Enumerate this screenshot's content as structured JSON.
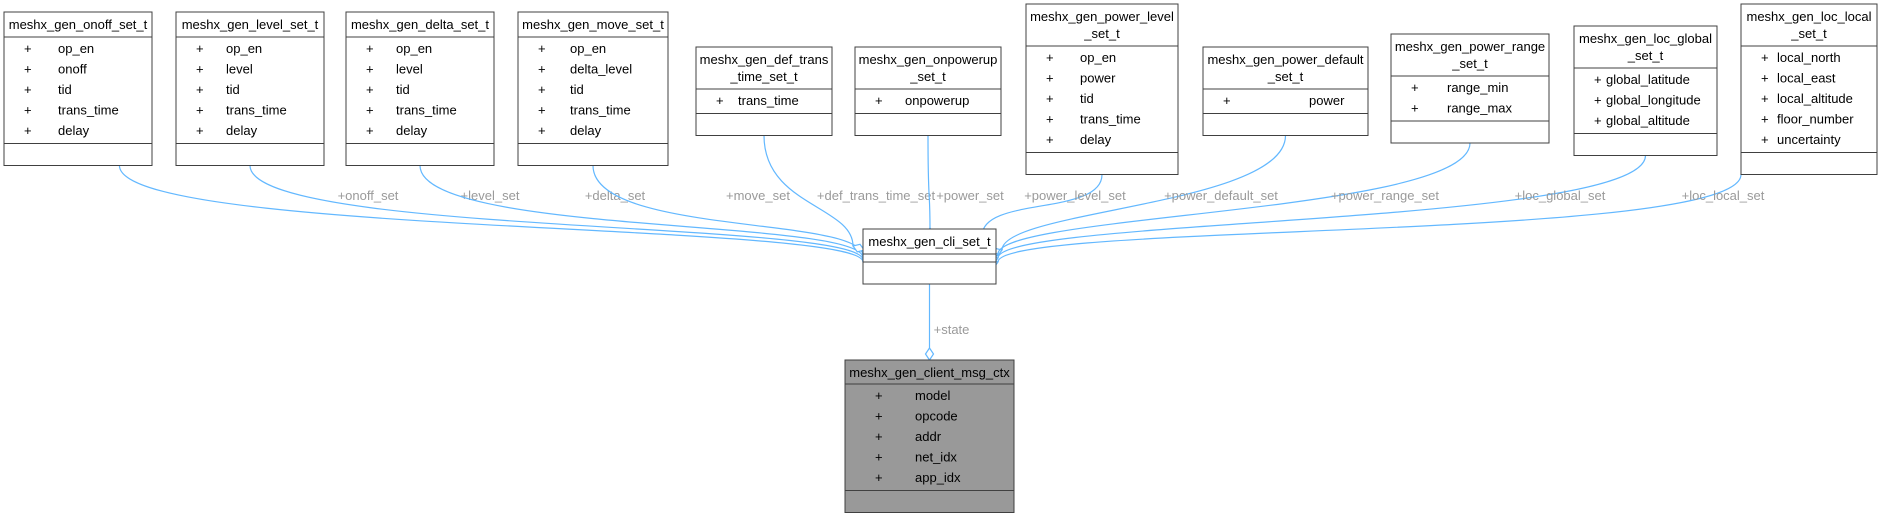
{
  "colors": {
    "edge": "#63b8ff",
    "edge_label": "#9a9a9a",
    "box_border": "#404040",
    "box_fill": "#ffffff",
    "focus_fill": "#999999",
    "text": "#000000"
  },
  "central": {
    "title": "meshx_gen_cli_set_t"
  },
  "focus": {
    "title": "meshx_gen_client_msg_ctx",
    "fields": [
      "model",
      "opcode",
      "addr",
      "net_idx",
      "app_idx"
    ],
    "edge_label": "+state"
  },
  "member_marker": "+",
  "structs": [
    {
      "id": "onoff",
      "title": [
        "meshx_gen_onoff_set_t"
      ],
      "fields": [
        "op_en",
        "onoff",
        "tid",
        "trans_time",
        "delay"
      ],
      "edge_label": "+onoff_set"
    },
    {
      "id": "level",
      "title": [
        "meshx_gen_level_set_t"
      ],
      "fields": [
        "op_en",
        "level",
        "tid",
        "trans_time",
        "delay"
      ],
      "edge_label": "+level_set"
    },
    {
      "id": "delta",
      "title": [
        "meshx_gen_delta_set_t"
      ],
      "fields": [
        "op_en",
        "level",
        "tid",
        "trans_time",
        "delay"
      ],
      "edge_label": "+delta_set"
    },
    {
      "id": "move",
      "title": [
        "meshx_gen_move_set_t"
      ],
      "fields": [
        "op_en",
        "delta_level",
        "tid",
        "trans_time",
        "delay"
      ],
      "edge_label": "+move_set"
    },
    {
      "id": "def_trans",
      "title": [
        "meshx_gen_def_trans",
        "_time_set_t"
      ],
      "fields": [
        "trans_time"
      ],
      "edge_label": "+def_trans_time_set"
    },
    {
      "id": "onpowerup",
      "title": [
        "meshx_gen_onpowerup",
        "_set_t"
      ],
      "fields": [
        "onpowerup"
      ],
      "edge_label": "+power_set"
    },
    {
      "id": "power_level",
      "title": [
        "meshx_gen_power_level",
        "_set_t"
      ],
      "fields": [
        "op_en",
        "power",
        "tid",
        "trans_time",
        "delay"
      ],
      "edge_label": "+power_level_set"
    },
    {
      "id": "power_default",
      "title": [
        "meshx_gen_power_default",
        "_set_t"
      ],
      "fields": [
        "power"
      ],
      "edge_label": "+power_default_set"
    },
    {
      "id": "power_range",
      "title": [
        "meshx_gen_power_range",
        "_set_t"
      ],
      "fields": [
        "range_min",
        "range_max"
      ],
      "edge_label": "+power_range_set"
    },
    {
      "id": "loc_global",
      "title": [
        "meshx_gen_loc_global",
        "_set_t"
      ],
      "fields": [
        "global_latitude",
        "global_longitude",
        "global_altitude"
      ],
      "edge_label": "+loc_global_set"
    },
    {
      "id": "loc_local",
      "title": [
        "meshx_gen_loc_local",
        "_set_t"
      ],
      "fields": [
        "local_north",
        "local_east",
        "local_altitude",
        "floor_number",
        "uncertainty"
      ],
      "edge_label": "+loc_local_set"
    }
  ]
}
